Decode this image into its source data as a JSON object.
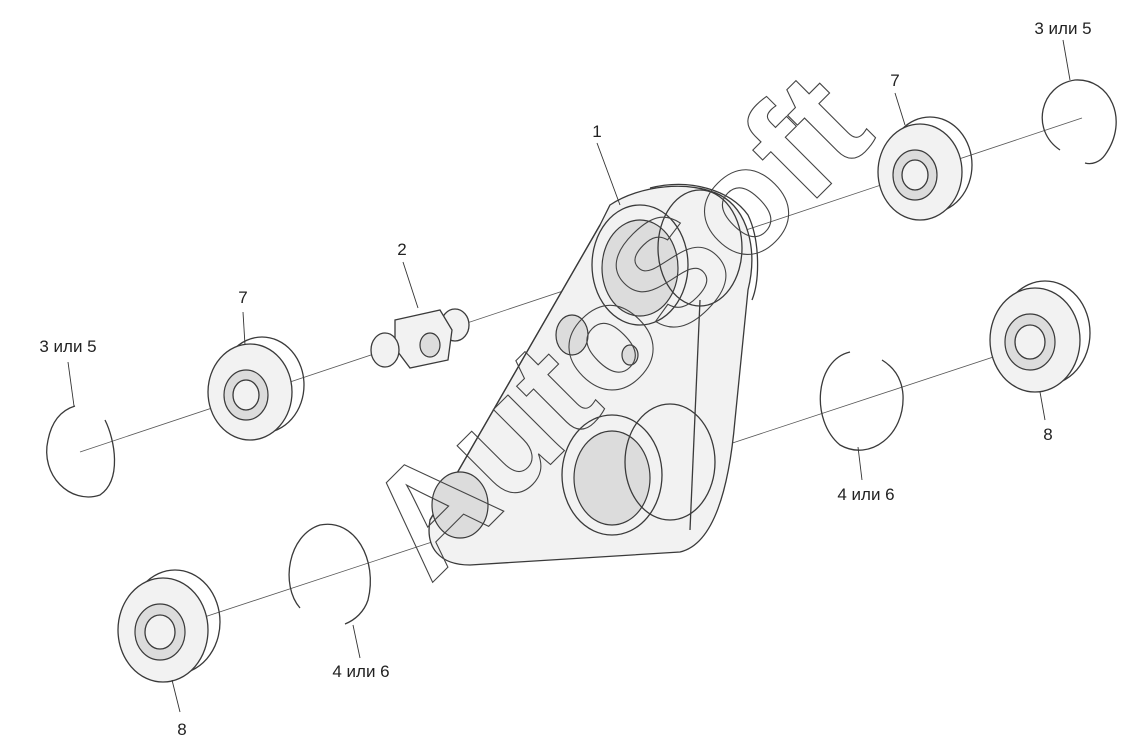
{
  "diagram": {
    "watermark": "AutoSoft",
    "callouts": {
      "housing": "1",
      "nipple": "2",
      "ring_top_right": "3 или 5",
      "ring_left": "3 или 5",
      "bearing_7_right": "7",
      "bearing_7_left": "7",
      "bearing_8_right": "8",
      "bearing_8_left": "8",
      "ring_lower_right": "4 или 6",
      "ring_lower_left": "4 или 6"
    }
  }
}
